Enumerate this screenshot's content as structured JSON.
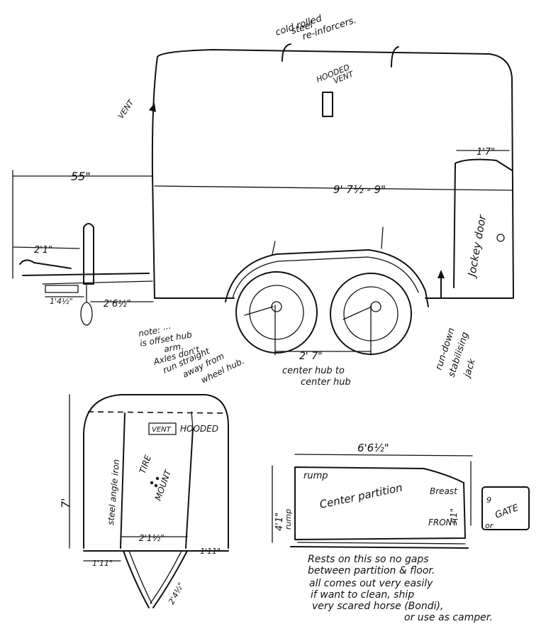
{
  "side_view": {
    "reinforcers_label": [
      "cold rolled",
      "steel",
      "re-inforcers."
    ],
    "hooded_vent_label": [
      "HOODED",
      "VENT"
    ],
    "vent_label": "VENT",
    "length_front": "55\"",
    "length_body": "9' 7½ - 9\"",
    "jockey_door_width": "1'7\"",
    "jockey_door_label": "Jockey door",
    "tongue_height": "2'1\"",
    "hitch_offset": "1'4½\"",
    "tongue_length": "2'6½\"",
    "hub_note": [
      "note: ···",
      "is offset hub",
      "arm.",
      "Axles don't",
      "run straight",
      "away from",
      "wheel hub."
    ],
    "axle_spacing": "2' 7\"",
    "axle_spacing_note": [
      "center hub to",
      "center hub"
    ],
    "jack_label": [
      "run-down",
      "stabilising",
      "jack"
    ]
  },
  "front_view": {
    "height": "7'",
    "rail_label": "steel angle iron",
    "vent_label": "VENT",
    "hooded_label": "HOODED",
    "tire_label": "TIRE",
    "mount_label": "MOUNT",
    "inner_width": "2'1½\"",
    "left_width": "1'11\"",
    "right_width": "1'11\"",
    "tongue_width": "2'4½\""
  },
  "partition_view": {
    "length": "6'6½\"",
    "height_rear": "4'1\"",
    "height_front": "3'1\"",
    "rump_label": "rump",
    "center_label": "Center partition",
    "breast_label": "Breast",
    "front_label": "FRONT",
    "rump_side": "rump",
    "gate_label": "GATE",
    "gate_prefix": "or",
    "gate_number": "9",
    "note": [
      "Rests on this so no gaps",
      "between partition & floor.",
      "all comes out very easily",
      "if want to clean, ship",
      "very scared horse (Bondi),",
      "or use as camper."
    ]
  }
}
